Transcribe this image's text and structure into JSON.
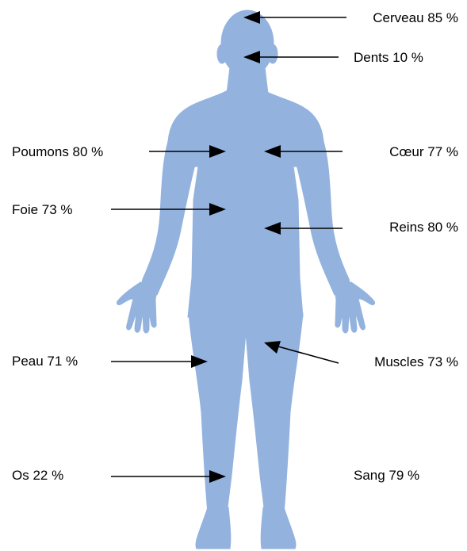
{
  "colors": {
    "body": "#93b3de",
    "body_edge": "#7f9fcc",
    "text": "#000000",
    "arrows": "#000000"
  },
  "labels": {
    "cerveau": "Cerveau 85 %",
    "dents": "Dents 10 %",
    "poumons": "Poumons 80 %",
    "coeur": "Cœur 77 %",
    "foie": "Foie 73 %",
    "reins": "Reins 80 %",
    "peau": "Peau 71 %",
    "muscles": "Muscles 73 %",
    "os": "Os 22 %",
    "sang": "Sang 79 %"
  }
}
